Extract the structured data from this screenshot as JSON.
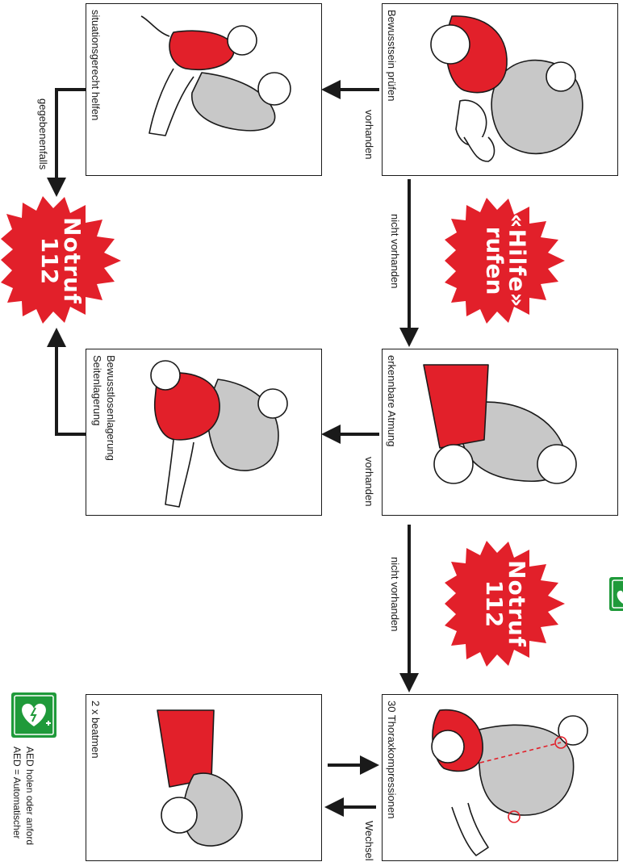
{
  "colors": {
    "accent_red": "#e2202a",
    "figure_gray": "#c8c8c8",
    "outline": "#1a1a1a",
    "aed_green": "#1f9a3a"
  },
  "panels": {
    "bewusstsein": {
      "label": "Bewusstsein prüfen"
    },
    "situationsgerecht": {
      "label": "situationsgerecht helfen"
    },
    "atmung": {
      "label": "erkennbare Atmung"
    },
    "seitenlagerung": {
      "label_line1": "Bewusstlosenlagerung",
      "label_line2": "Seitenlagerung"
    },
    "thorax": {
      "label": "30 Thoraxkompressionen"
    },
    "beatmen": {
      "label": "2 x beatmen"
    }
  },
  "arrow_labels": {
    "vorhanden_1": "vorhanden",
    "vorhanden_2": "vorhanden",
    "nicht_vorhanden_1": "nicht vorhanden",
    "nicht_vorhanden_2": "nicht vorhanden",
    "gegebenenfalls": "gegebenenfalls",
    "wechsel": "Wechsel"
  },
  "bursts": {
    "notruf_top": {
      "line1": "Notruf",
      "line2": "112"
    },
    "hilfe": {
      "line1": "«Hilfe»",
      "line2": "rufen"
    },
    "notruf_mid": {
      "line1": "Notruf",
      "line2": "112"
    }
  },
  "aed": {
    "line1": "AED holen oder anford",
    "line2": "AED = Automatischer",
    "icon": "aed-heart-icon"
  }
}
